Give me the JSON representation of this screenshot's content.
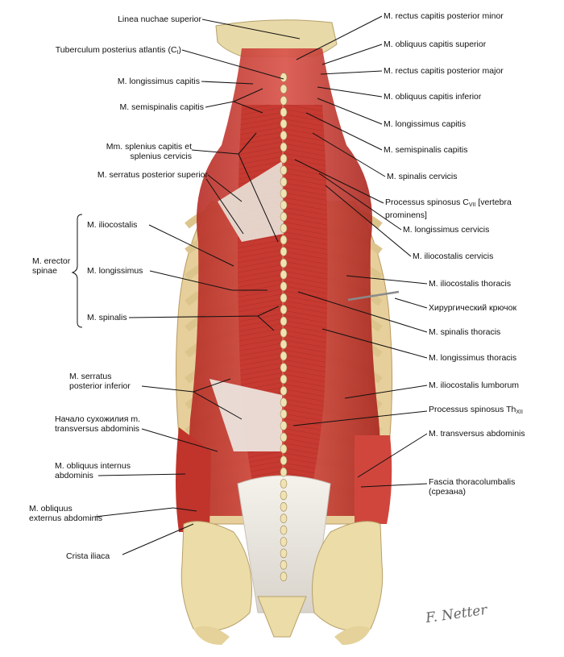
{
  "labels": {
    "linea_nuchae_superior": "Linea nuchae superior",
    "tuberculum_post_atlantis": "Tuberculum posterius atlantis (C",
    "tuberculum_sub": "I",
    "tuberculum_close": ")",
    "longissimus_capitis_left": "M. longissimus capitis",
    "semispinalis_capitis_left": "M. semispinalis capitis",
    "splenius_line1": "Mm. splenius capitis et",
    "splenius_line2": "splenius cervicis",
    "serratus_post_sup": "M. serratus posterior superior",
    "iliocostalis": "M. iliocostalis",
    "erector_line1": "M. erector",
    "erector_line2": "spinae",
    "longissimus": "M. longissimus",
    "spinalis": "M. spinalis",
    "serratus_inf_line1": "M. serratus",
    "serratus_inf_line2": "posterior inferior",
    "nachalo_line1": "Начало сухожилия m.",
    "nachalo_line2": "transversus abdominis",
    "obl_int_line1": "M. obliquus internus",
    "obl_int_line2": "abdominis",
    "obl_ext_line1": "M. obliquus",
    "obl_ext_line2": "externus abdominis",
    "crista_iliaca": "Crista iliaca",
    "rectus_minor": "M. rectus capitis posterior minor",
    "obliquus_sup": "M. obliquus capitis superior",
    "rectus_major": "M. rectus capitis posterior major",
    "obliquus_inf": "M. obliquus capitis inferior",
    "longissimus_capitis_right": "M. longissimus capitis",
    "semispinalis_capitis_right": "M. semispinalis capitis",
    "spinalis_cervicis": "M. spinalis cervicis",
    "processus_cvii_prefix": "Processus spinosus C",
    "processus_cvii_sub": "VII",
    "processus_cvii_suffix": " [vertebra",
    "processus_cvii_line2": "prominens]",
    "longissimus_cervicis": "M. longissimus cervicis",
    "iliocostalis_cervicis": "M. iliocostalis cervicis",
    "iliocostalis_thoracis": "M. iliocostalis thoracis",
    "khirurg_kryuchok": "Хирургический крючок",
    "spinalis_thoracis": "M. spinalis thoracis",
    "longissimus_thoracis": "M. longissimus thoracis",
    "iliocostalis_lumborum": "M. iliocostalis lumborum",
    "processus_thxii_prefix": "Processus spinosus Th",
    "processus_thxii_sub": "XII",
    "transversus_abdominis": "M. transversus abdominis",
    "fascia_line1": "Fascia thoracolumbalis",
    "fascia_line2": "(срезана)"
  },
  "signature": "F. Netter",
  "colors": {
    "muscle": "#c8382f",
    "muscle_dark": "#9c2620",
    "muscle_light": "#e0706a",
    "tendon": "#efece6",
    "bone": "#e9d9a6",
    "bone_shadow": "#c9b27a",
    "leader": "#111111"
  }
}
